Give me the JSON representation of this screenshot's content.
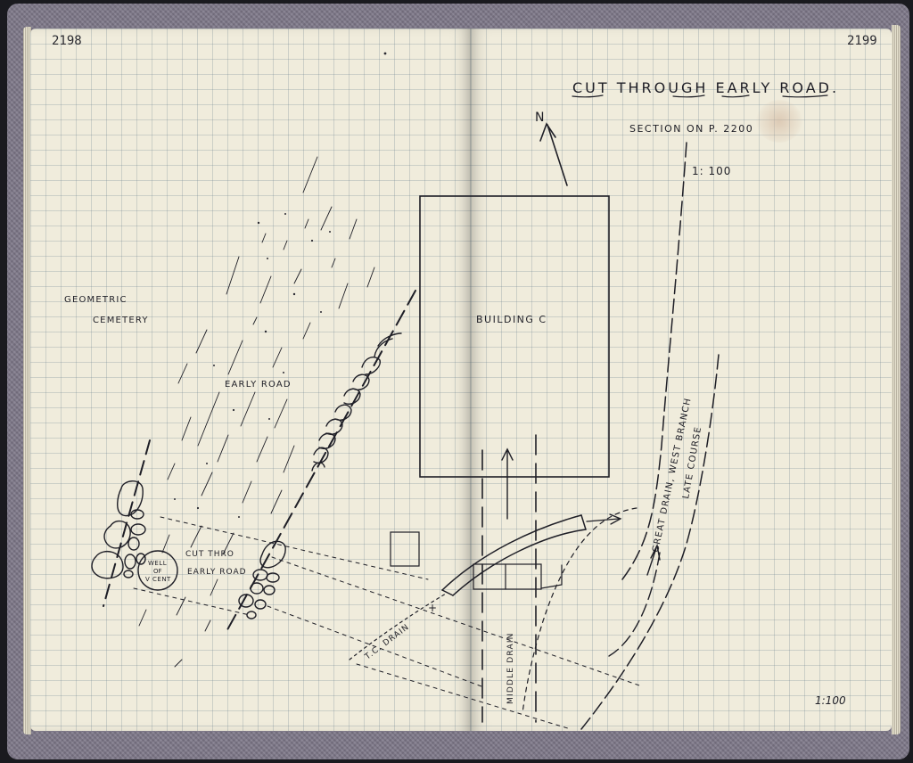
{
  "pages": {
    "left_number": "2198",
    "right_number": "2199"
  },
  "title": "CUT THROUGH EARLY ROAD.",
  "section_note": "SECTION ON P. 2200",
  "scale_top": "1: 100",
  "scale_bottom": "1:100",
  "north_label": "N",
  "labels": {
    "geometric": "GEOMETRIC",
    "cemetery": "CEMETERY",
    "early_road": "EARLY ROAD",
    "cut_thro": "CUT THRO",
    "cut_early_road": "EARLY ROAD",
    "well_line1": "WELL",
    "well_line2": "OF",
    "well_line3": "V CENT",
    "building": "BUILDING C",
    "tc_drain": "T.C. DRAIN",
    "middle_drain": "MIDDLE DRAIN",
    "great_drain": "GREAT DRAIN, WEST BRANCH",
    "late_course": "LATE COURSE"
  },
  "colors": {
    "ink": "#1e1e26",
    "paper": "#f0ecdc",
    "cover": "#7d7788"
  }
}
